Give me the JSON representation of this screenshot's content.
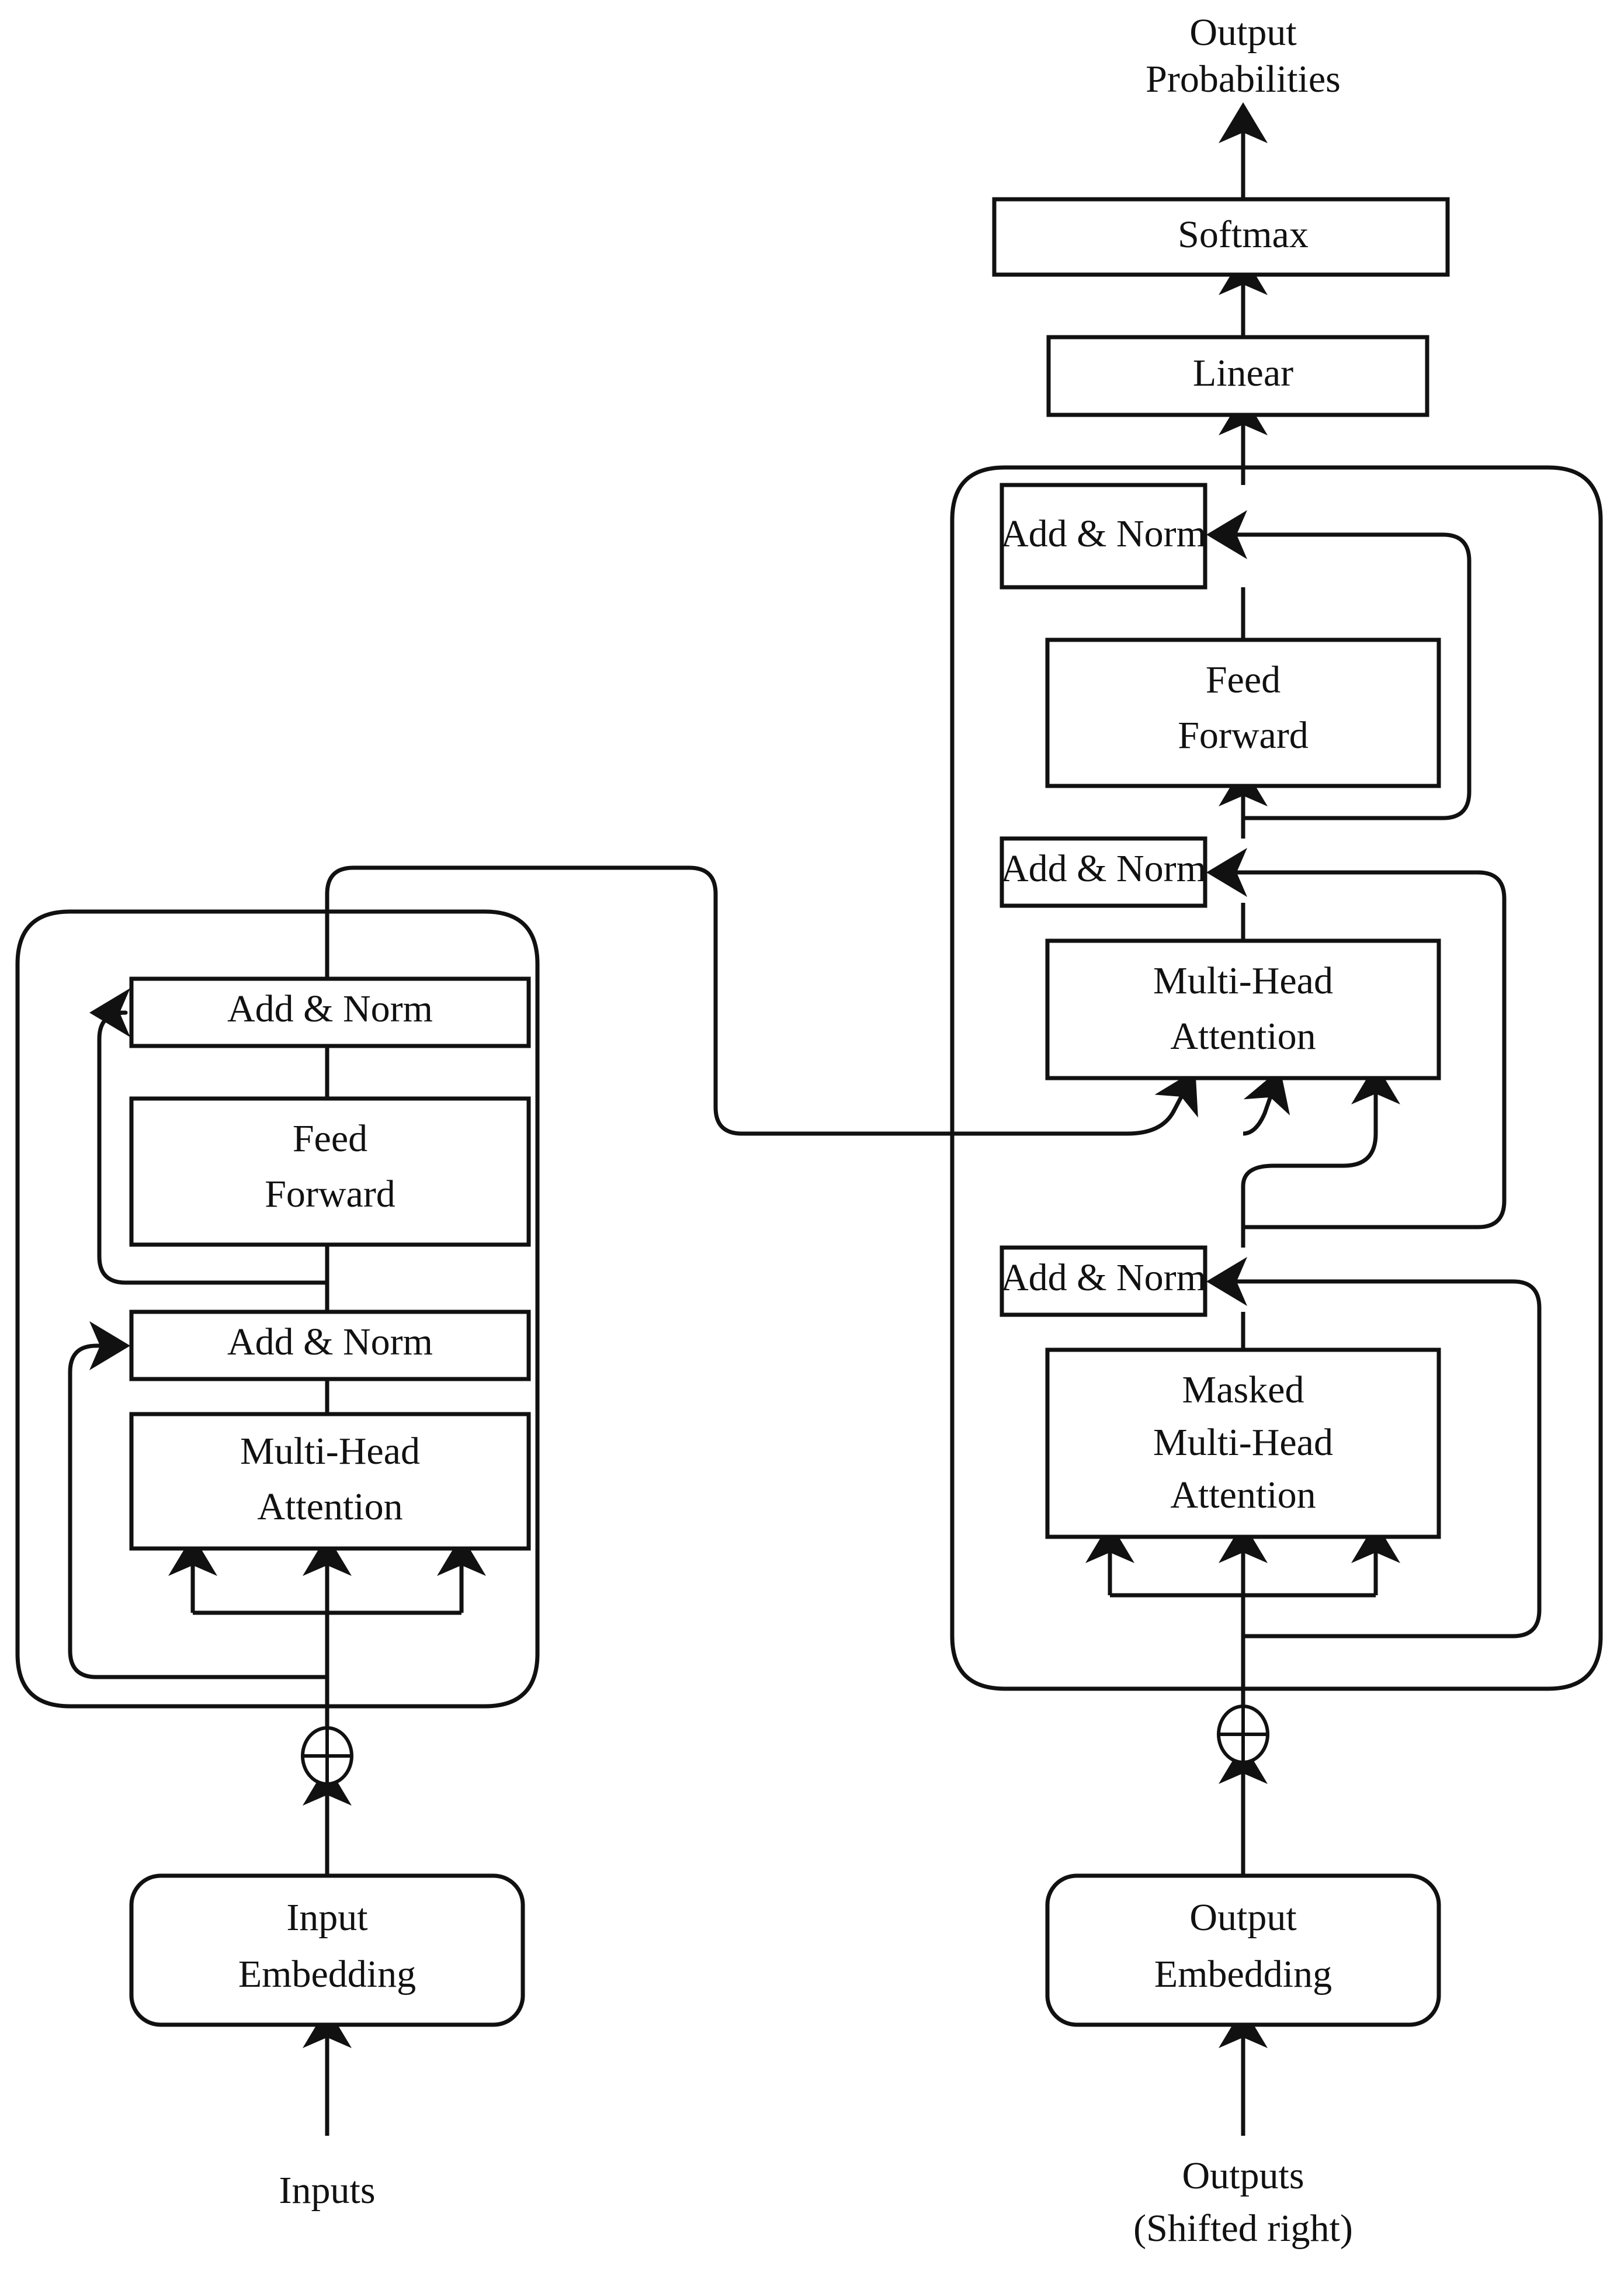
{
  "figure": {
    "title": "Transformer model architecture",
    "type": "block-diagram",
    "background_color": "#ffffff",
    "line_color": "#111111"
  },
  "labels": {
    "output_probabilities_line1": "Output",
    "output_probabilities_line2": "Probabilities",
    "softmax": "Softmax",
    "linear": "Linear",
    "add_norm": "Add & Norm",
    "feed_line1": "Feed",
    "feed_line2": "Forward",
    "multi_head_line1": "Multi-Head",
    "multi_head_line2": "Attention",
    "masked_line1": "Masked",
    "masked_line2": "Multi-Head",
    "masked_line3": "Attention",
    "input_embedding_line1": "Input",
    "input_embedding_line2": "Embedding",
    "output_embedding_line1": "Output",
    "output_embedding_line2": "Embedding",
    "inputs": "Inputs",
    "outputs_line1": "Outputs",
    "outputs_line2": "(Shifted right)",
    "plus_operator": "⊕"
  },
  "encoder": {
    "name": "encoder-stack",
    "blocks": [
      {
        "id": "enc-add-norm-2",
        "label": "Add & Norm"
      },
      {
        "id": "enc-feed-forward",
        "label_line1": "Feed",
        "label_line2": "Forward"
      },
      {
        "id": "enc-add-norm-1",
        "label": "Add & Norm"
      },
      {
        "id": "enc-multi-head-attention",
        "label_line1": "Multi-Head",
        "label_line2": "Attention"
      }
    ],
    "embedding": {
      "id": "input-embedding",
      "label_line1": "Input",
      "label_line2": "Embedding"
    },
    "source": {
      "id": "inputs",
      "label": "Inputs"
    },
    "positional_add": "⊕"
  },
  "decoder": {
    "name": "decoder-stack",
    "blocks": [
      {
        "id": "dec-add-norm-3",
        "label": "Add & Norm"
      },
      {
        "id": "dec-feed-forward",
        "label_line1": "Feed",
        "label_line2": "Forward"
      },
      {
        "id": "dec-add-norm-2",
        "label": "Add & Norm"
      },
      {
        "id": "dec-multi-head-attention",
        "label_line1": "Multi-Head",
        "label_line2": "Attention"
      },
      {
        "id": "dec-add-norm-1",
        "label": "Add & Norm"
      },
      {
        "id": "dec-masked-multi-head-attention",
        "label_line1": "Masked",
        "label_line2": "Multi-Head",
        "label_line3": "Attention"
      }
    ],
    "embedding": {
      "id": "output-embedding",
      "label_line1": "Output",
      "label_line2": "Embedding"
    },
    "source": {
      "id": "outputs",
      "label_line1": "Outputs",
      "label_line2": "(Shifted right)"
    },
    "positional_add": "⊕"
  },
  "head": {
    "linear": "Linear",
    "softmax": "Softmax",
    "result_line1": "Output",
    "result_line2": "Probabilities"
  }
}
